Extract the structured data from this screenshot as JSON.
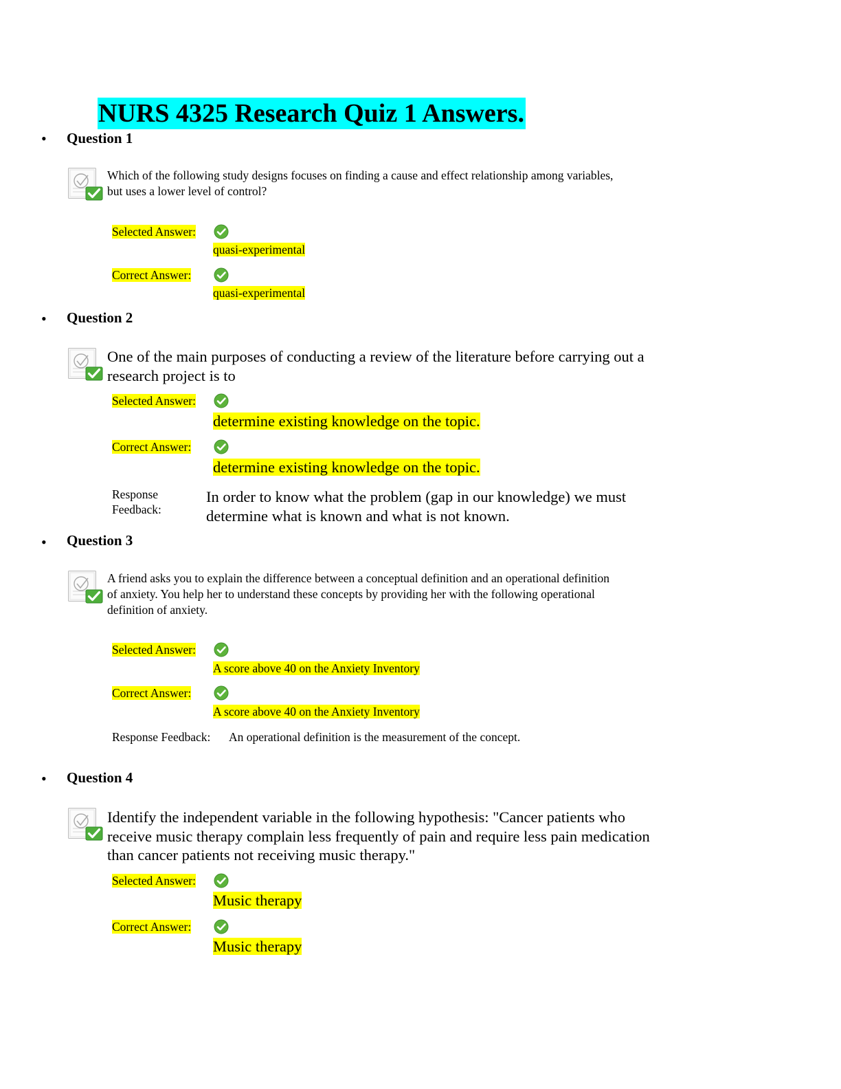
{
  "title": "NURS 4325 Research Quiz 1 Answers.",
  "labels": {
    "selected": "Selected Answer:",
    "correct": "Correct Answer:",
    "feedback_line1": "Response",
    "feedback_line2": "Feedback:",
    "feedback_inline": "Response Feedback:"
  },
  "icons": {
    "question_status": "question-correct-icon",
    "answer_status": "green-check-icon",
    "bullet": "disc-bullet"
  },
  "colors": {
    "title_highlight": "#00ffff",
    "answer_highlight": "#ffff00",
    "check_green": "#5db33b"
  },
  "questions": [
    {
      "heading": "Question 1",
      "text_line1": "Which of the following study designs focuses on finding a cause and effect relationship among variables,",
      "text_line2": "but uses a lower level of control?",
      "selected_answer": "quasi-experimental",
      "correct_answer": "quasi-experimental"
    },
    {
      "heading": "Question 2",
      "text_line1": "One of the main purposes of conducting a review of the literature before carrying out a",
      "text_line2": "research project is to",
      "selected_answer": "determine existing knowledge on the topic.",
      "correct_answer": "determine existing knowledge on the topic.",
      "feedback_line1": "In order to know what the problem (gap in our knowledge) we must",
      "feedback_line2": "determine what is known and what is not known."
    },
    {
      "heading": "Question 3",
      "text_line1": "A friend asks you to explain the difference between a conceptual definition and an operational definition",
      "text_line2": "of anxiety. You help her to understand these concepts by providing her with the following operational",
      "text_line3": "definition of anxiety.",
      "selected_answer": "A score above 40 on the Anxiety Inventory",
      "correct_answer": "A score above 40 on the Anxiety Inventory",
      "feedback": "An operational definition is the measurement of the concept."
    },
    {
      "heading": "Question 4",
      "text_line1": "Identify the independent variable in the following hypothesis: \"Cancer patients who",
      "text_line2": "receive music therapy complain less frequently of pain and require less pain medication",
      "text_line3": "than cancer patients not receiving music therapy.\"",
      "selected_answer": "Music therapy",
      "correct_answer": "Music therapy"
    }
  ]
}
